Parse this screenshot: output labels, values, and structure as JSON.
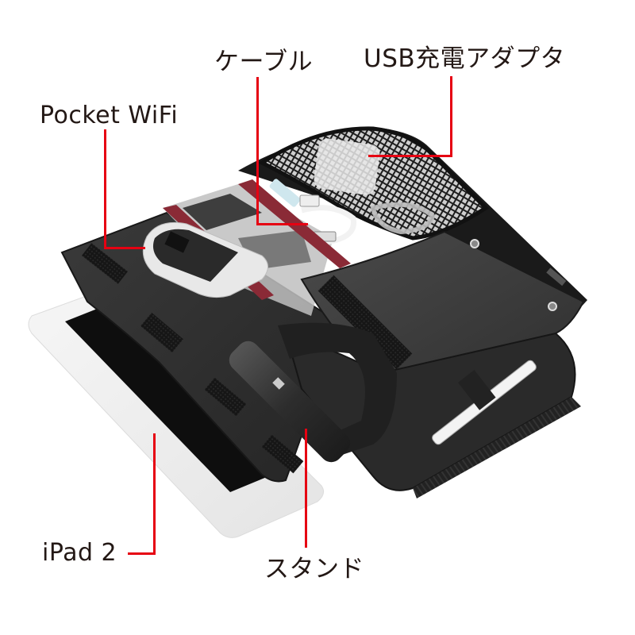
{
  "image": {
    "description": "Product photo of a black padded gadget organizer case holding an iPad 2, Pocket WiFi router, cable, USB charging adapter and a tablet stand, with red leader-line callouts",
    "background": "#ffffff"
  },
  "colors": {
    "leader_line": "#e60012",
    "label_text": "#231815",
    "case_fabric": "#2b2b2b",
    "strap": "#8a2a36"
  },
  "callouts": [
    {
      "id": "cable",
      "label": "ケーブル"
    },
    {
      "id": "usb-adapter",
      "label": "USB充電アダプタ"
    },
    {
      "id": "pocket-wifi",
      "label": "Pocket WiFi"
    },
    {
      "id": "ipad2",
      "label": "iPad 2"
    },
    {
      "id": "stand",
      "label": "スタンド"
    }
  ]
}
